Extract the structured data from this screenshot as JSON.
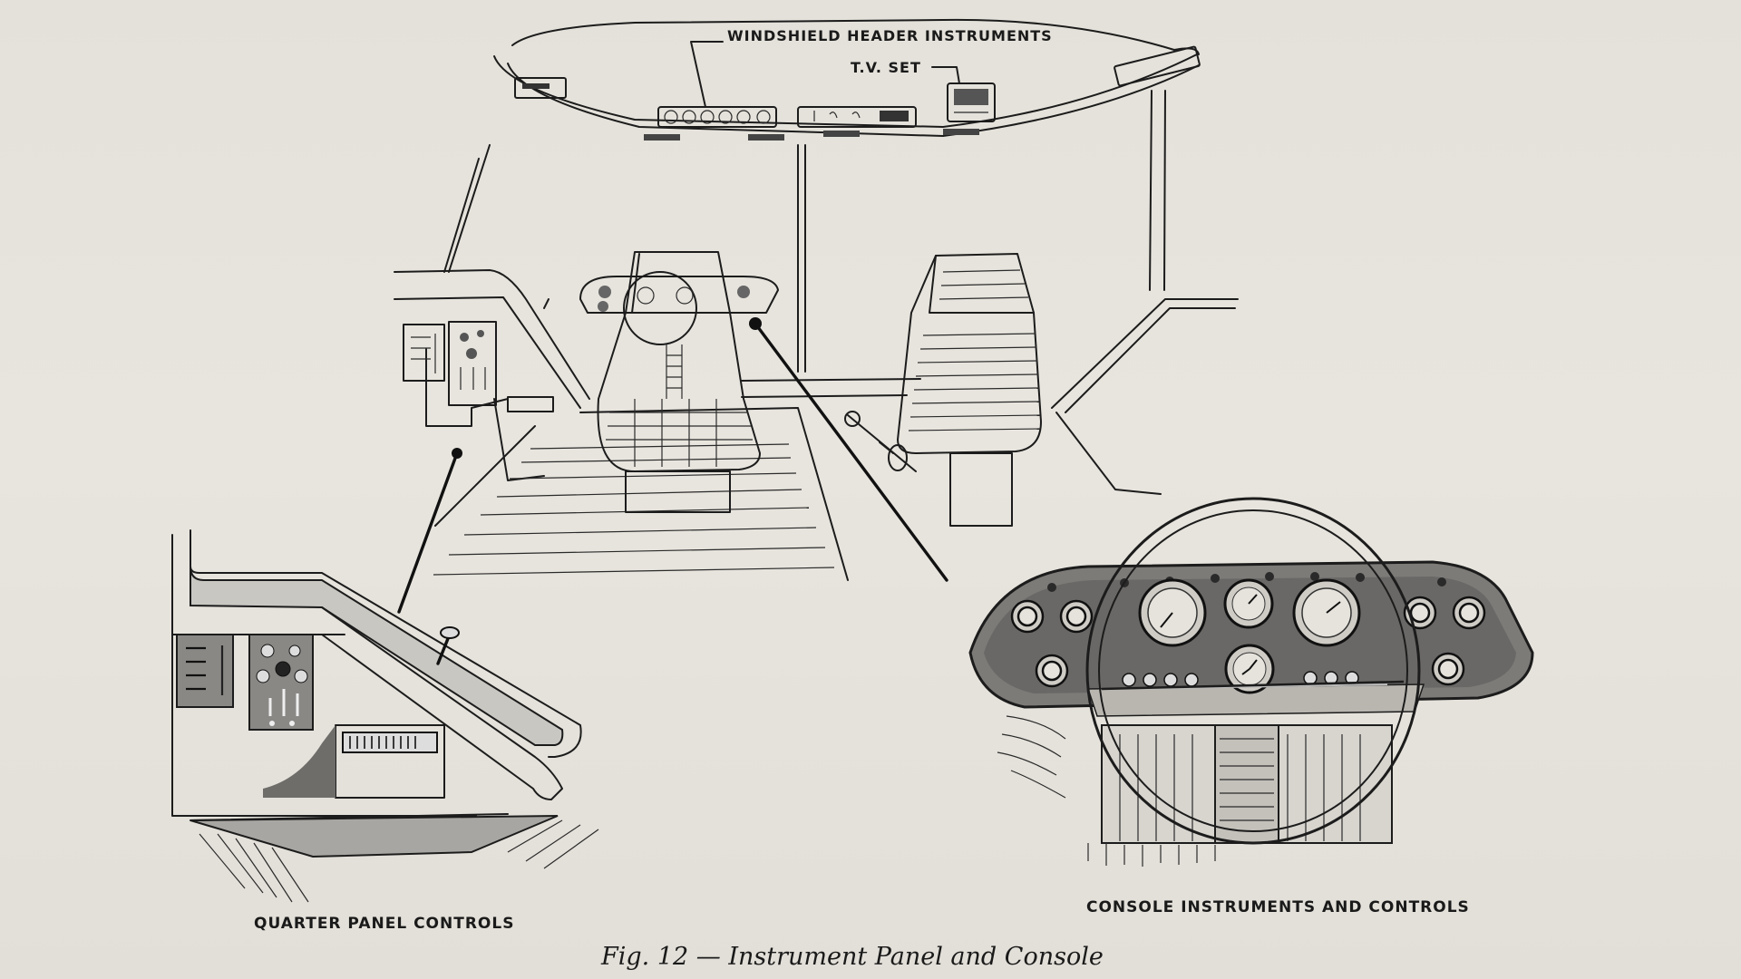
{
  "labels": {
    "windshield_header": "WINDSHIELD HEADER INSTRUMENTS",
    "tv_set": "T.V. SET",
    "quarter_panel": "QUARTER PANEL CONTROLS",
    "console": "CONSOLE INSTRUMENTS AND CONTROLS"
  },
  "caption": "Fig. 12 — Instrument Panel and Console",
  "colors": {
    "paper": "#e6e3dc",
    "ink": "#1c1c1c",
    "panel_fill": "#7d7b78",
    "floor_shade": "#a8a6a2"
  }
}
